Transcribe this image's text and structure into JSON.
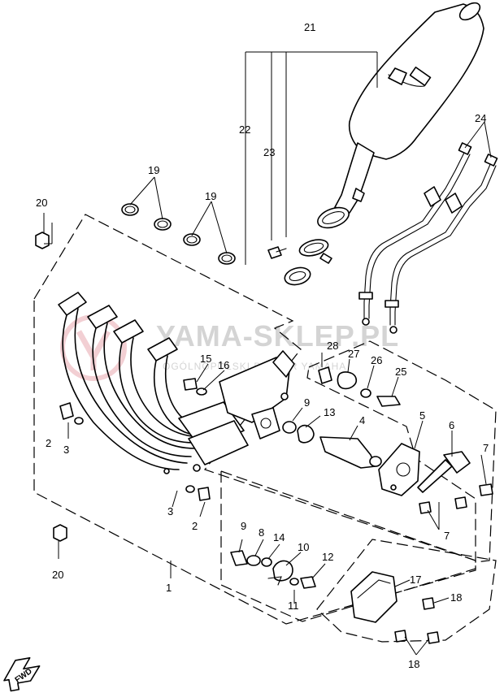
{
  "diagram": {
    "callouts": [
      "1",
      "2",
      "3",
      "4",
      "5",
      "6",
      "7",
      "8",
      "9",
      "10",
      "11",
      "12",
      "13",
      "14",
      "15",
      "16",
      "17",
      "18",
      "19",
      "20",
      "21",
      "22",
      "23",
      "24",
      "25",
      "26",
      "27",
      "28"
    ],
    "watermark": {
      "brand": "YAMA-SKLEP.PL",
      "tagline": "OGÓLNOPOLSKI DEALER YAMAHA"
    },
    "fwd_label": "FWD",
    "colors": {
      "line": "#000000",
      "watermark": "#d4d4d4",
      "watermark_logo": "#e9a8b0"
    }
  }
}
